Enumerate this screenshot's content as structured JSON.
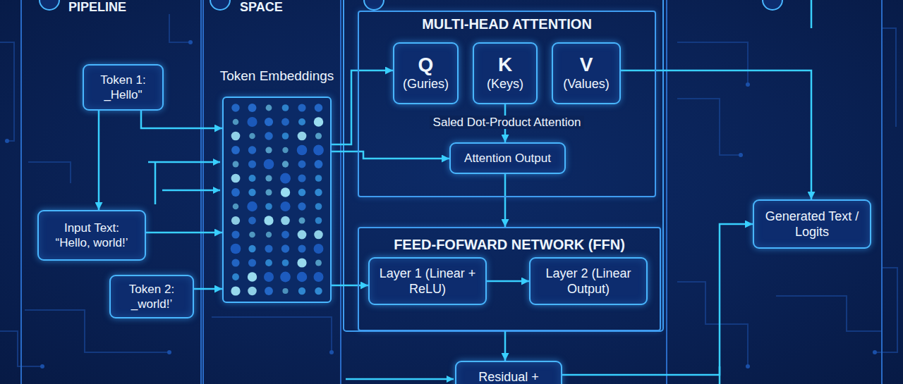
{
  "diagram": {
    "nodes": [
      {
        "text": [
          "Token 1: _Hello\""
        ]
      },
      {
        "text": [
          "Input Text: “Hello, world!’"
        ]
      },
      {
        "text": [
          "Token 2: _world!’"
        ]
      },
      {
        "text": [
          "Token Embeddings"
        ]
      },
      {
        "text": [
          "MULTI-HEAD ATTENTION",
          "Saled Dot-Product Attention"
        ]
      },
      {
        "text": [
          "Q",
          "(Guries)"
        ],
        "in": 4
      },
      {
        "text": [
          "K",
          "(Keys)"
        ],
        "in": 4
      },
      {
        "text": [
          "V",
          "(Values)"
        ],
        "in": 4
      },
      {
        "text": [
          "Attention Output"
        ],
        "in": 4
      },
      {
        "text": [
          "FEED-FOFWARD NETWORK (FFN)"
        ]
      },
      {
        "text": [
          "Layer 1 (Linear + ReLU)"
        ],
        "in": 9
      },
      {
        "text": [
          "Layer 2 (Linear Output)"
        ],
        "in": 9
      },
      {
        "text": [
          "Residual +"
        ]
      },
      {
        "text": [
          "Generated Text / Logits"
        ]
      }
    ],
    "edges": [
      {
        "from": 0,
        "to": 3,
        "arrow": "to"
      },
      {
        "from": 1,
        "to": 3,
        "arrow": "to"
      },
      {
        "from": 2,
        "to": 3,
        "arrow": "to"
      },
      {
        "from": 0,
        "to": 1,
        "arrow": "to"
      },
      {
        "from": 3,
        "to": 5,
        "arrow": "to"
      },
      {
        "from": 3,
        "to": 8,
        "arrow": "to"
      },
      {
        "from": 6,
        "to": 8,
        "arrow": "to"
      },
      {
        "from": 7,
        "to": 13,
        "arrow": "to"
      },
      {
        "from": 8,
        "to": 9,
        "arrow": "to"
      },
      {
        "from": 3,
        "to": 10,
        "arrow": "to"
      },
      {
        "from": 10,
        "to": 11,
        "arrow": "to"
      },
      {
        "from": 9,
        "to": 12,
        "arrow": "to"
      },
      {
        "from": 12,
        "to": 13,
        "arrow": "to"
      }
    ],
    "labels": [
      "PIPELINE",
      "SPACE"
    ]
  }
}
